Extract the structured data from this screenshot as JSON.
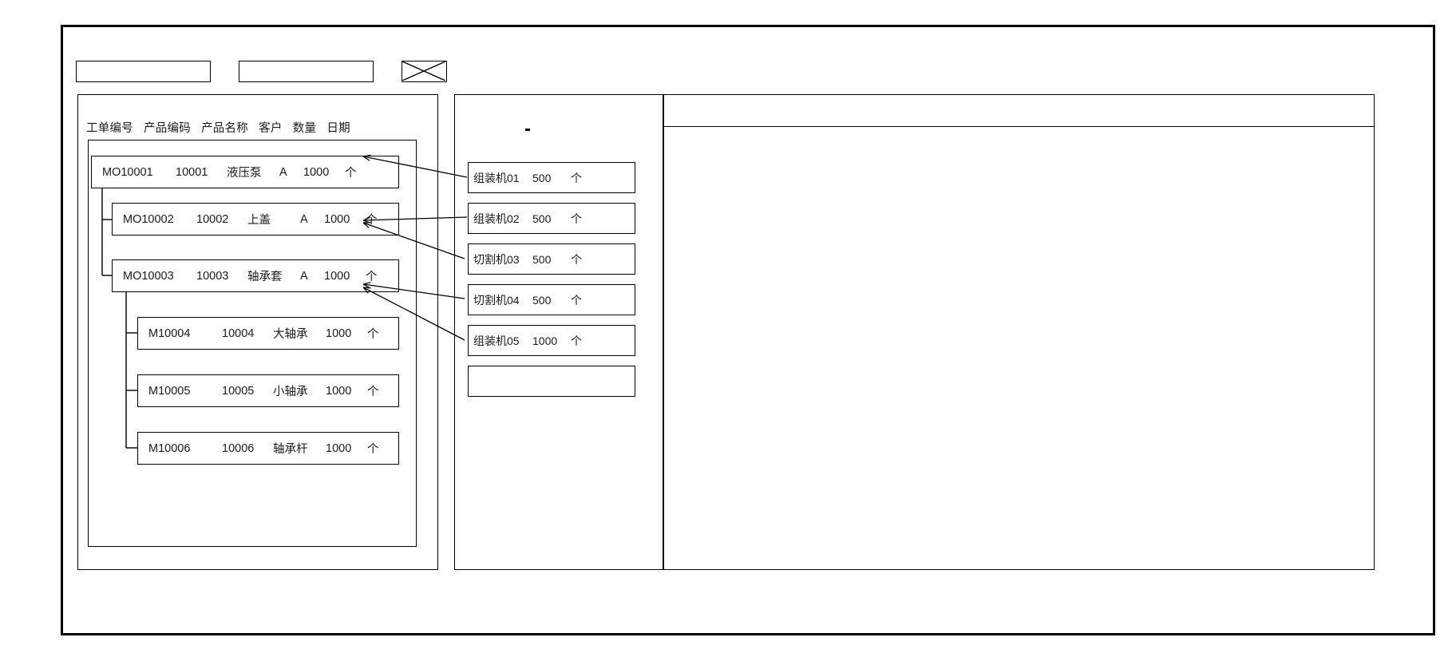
{
  "window": {
    "title": ""
  },
  "toolbar": {
    "fields": [
      {
        "name": "filter-field-1",
        "value": "",
        "placeholder": ""
      },
      {
        "name": "filter-field-2",
        "value": "",
        "placeholder": ""
      }
    ],
    "image_icon": "crossed-rectangle-icon"
  },
  "work_order_panel": {
    "columns": [
      "工单编号",
      "产品编码",
      "产品名称",
      "客户",
      "数量",
      "日期"
    ],
    "rows": [
      {
        "level": 0,
        "order_no": "MO10001",
        "product_code": "10001",
        "product_name": "液压泵",
        "customer": "A",
        "qty": "1000",
        "unit": "个"
      },
      {
        "level": 1,
        "order_no": "MO10002",
        "product_code": "10002",
        "product_name": "上盖",
        "customer": "A",
        "qty": "1000",
        "unit": "个"
      },
      {
        "level": 1,
        "order_no": "MO10003",
        "product_code": "10003",
        "product_name": "轴承套",
        "customer": "A",
        "qty": "1000",
        "unit": "个"
      },
      {
        "level": 2,
        "order_no": "M10004",
        "product_code": "10004",
        "product_name": "大轴承",
        "customer": "",
        "qty": "1000",
        "unit": "个"
      },
      {
        "level": 2,
        "order_no": "M10005",
        "product_code": "10005",
        "product_name": "小轴承",
        "customer": "",
        "qty": "1000",
        "unit": "个"
      },
      {
        "level": 2,
        "order_no": "M10006",
        "product_code": "10006",
        "product_name": "轴承杆",
        "customer": "",
        "qty": "1000",
        "unit": "个"
      }
    ]
  },
  "machine_panel": {
    "cards": [
      {
        "machine": "组装机01",
        "qty": "500",
        "unit": "个"
      },
      {
        "machine": "组装机02",
        "qty": "500",
        "unit": "个"
      },
      {
        "machine": "切割机03",
        "qty": "500",
        "unit": "个"
      },
      {
        "machine": "切割机04",
        "qty": "500",
        "unit": "个"
      },
      {
        "machine": "组装机05",
        "qty": "1000",
        "unit": "个"
      },
      {
        "machine": "",
        "qty": "",
        "unit": ""
      }
    ]
  },
  "detail_panel": {
    "header": "",
    "body": ""
  },
  "colors": {
    "line": "#000000",
    "background": "#ffffff",
    "text": "#1a1a1a"
  }
}
